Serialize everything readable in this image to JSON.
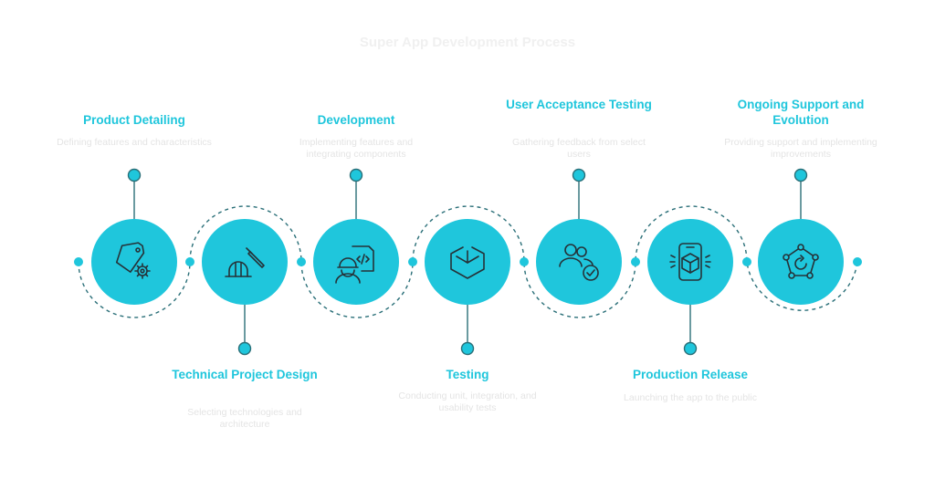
{
  "title": "Super App Development Process",
  "colors": {
    "circle": "#1fc6dc",
    "stroke": "#2a6f78",
    "title": "#1fc6dc",
    "desc": "#e4e4e4",
    "icon": "#263238"
  },
  "steps": [
    {
      "title": "Product Detailing",
      "desc": "Defining features and characteristics",
      "icon": "tag-gear-icon"
    },
    {
      "title": "Technical Project Design",
      "desc": "Selecting technologies and architecture",
      "icon": "hardhat-pencil-icon"
    },
    {
      "title": "Development",
      "desc": "Implementing features and integrating components",
      "icon": "developer-code-icon"
    },
    {
      "title": "Testing",
      "desc": "Conducting unit, integration, and usability tests",
      "icon": "cube-outline-icon"
    },
    {
      "title": "User Acceptance Testing",
      "desc": "Gathering feedback from select users",
      "icon": "users-check-icon"
    },
    {
      "title": "Production Release",
      "desc": "Launching the app to the public",
      "icon": "phone-box-icon"
    },
    {
      "title": "Ongoing Support and Evolution",
      "desc": "Providing support and implementing improvements",
      "icon": "network-refresh-icon"
    }
  ]
}
